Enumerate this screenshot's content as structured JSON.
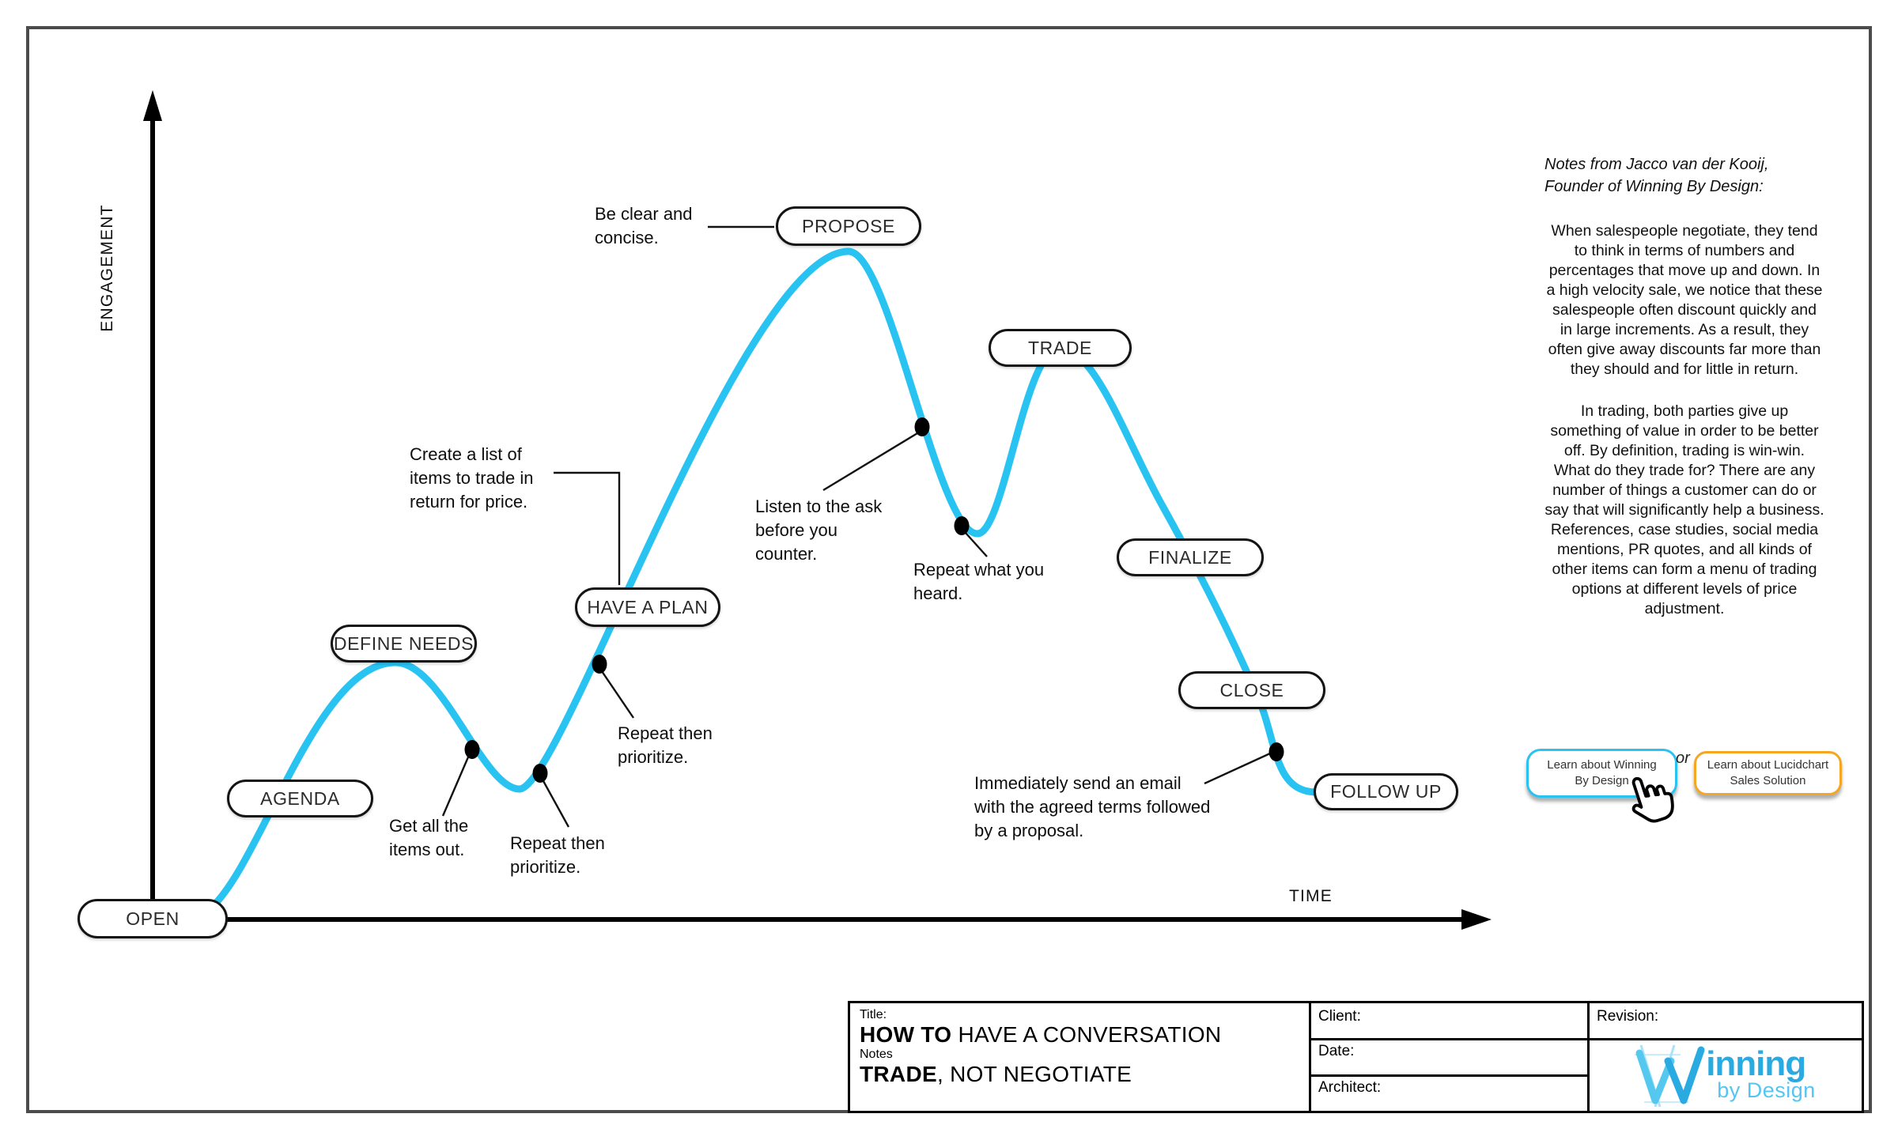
{
  "axes": {
    "y_label": "ENGAGEMENT",
    "x_label": "TIME"
  },
  "stages": [
    {
      "label": "OPEN"
    },
    {
      "label": "AGENDA"
    },
    {
      "label": "DEFINE NEEDS"
    },
    {
      "label": "HAVE A PLAN"
    },
    {
      "label": "PROPOSE"
    },
    {
      "label": "TRADE"
    },
    {
      "label": "FINALIZE"
    },
    {
      "label": "CLOSE"
    },
    {
      "label": "FOLLOW UP"
    }
  ],
  "annotations": [
    {
      "text": "Be clear and concise."
    },
    {
      "text": "Create a list of items to trade in return for price."
    },
    {
      "text": "Get all the items out."
    },
    {
      "text": "Repeat then prioritize."
    },
    {
      "text": "Repeat then prioritize."
    },
    {
      "text": "Listen to the ask before you counter."
    },
    {
      "text": "Repeat what you heard."
    },
    {
      "text": "Immediately send an email with the agreed terms followed by a proposal."
    }
  ],
  "notes": {
    "heading": "Notes from Jacco van der Kooij,\nFounder of Winning By Design:",
    "para1": "When salespeople negotiate, they tend to think in terms of numbers and percentages that move up and down. In a high velocity sale, we notice that these salespeople often discount quickly and in large increments. As a result, they often give away discounts far more than they should and for little in return.",
    "para2": "In trading, both parties give up something of value in order to be better off. By definition, trading is win-win. What do they trade for? There are any number of things a customer can do or say that will significantly help a business. References, case studies, social media mentions, PR quotes, and all kinds of other items can form a menu of trading options at different levels of price adjustment."
  },
  "cta": {
    "left_button": "Learn about Winning\nBy Design",
    "separator": "or",
    "right_button": "Learn about Lucidchart\nSales Solution"
  },
  "title_block": {
    "title_label": "Title:",
    "title_bold": "HOW TO",
    "title_rest": " HAVE A CONVERSATION",
    "notes_label": "Notes",
    "subtitle_bold": "TRADE",
    "subtitle_rest": ", NOT NEGOTIATE",
    "client_label": "Client:",
    "date_label": "Date:",
    "architect_label": "Architect:",
    "revision_label": "Revision:"
  },
  "logo": {
    "main": "inning",
    "sub": "by Design"
  },
  "colors": {
    "curve": "#29C3F2",
    "left_button_border": "#29C3F2",
    "right_button_border": "#F5A623",
    "logo_blue": "#29ABE2",
    "frame_gray": "#4C4C4C"
  }
}
